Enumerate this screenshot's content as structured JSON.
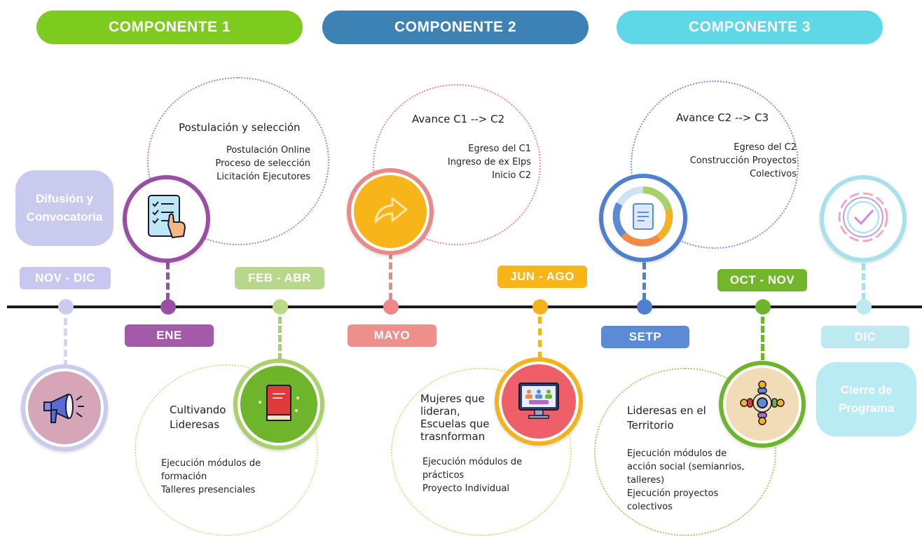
{
  "components": [
    {
      "label": "COMPONENTE 1",
      "color": "#7ccb1e"
    },
    {
      "label": "COMPONENTE 2",
      "color": "#3d82b5"
    },
    {
      "label": "COMPONENTE 3",
      "color": "#5ed8e6"
    }
  ],
  "periods": {
    "nov_dic": "NOV - DIC",
    "ene": "ENE",
    "feb_abr": "FEB - ABR",
    "mayo": "MAYO",
    "jun_ago": "JUN - AGO",
    "setp": "SETP",
    "oct_nov": "OCT - NOV",
    "dic": "DIC"
  },
  "difusion": {
    "line1": "Difusión y",
    "line2": "Convocatoria"
  },
  "cierre": {
    "line1": "Cierre de",
    "line2": "Programa"
  },
  "postulacion": {
    "title": "Postulación y selección",
    "items": [
      "Postulación Online",
      "Proceso de selección",
      "Licitación Ejecutores"
    ]
  },
  "avance_c1_c2": {
    "title": "Avance C1 --> C2",
    "items": [
      "Egreso del C1",
      "Ingreso de ex Elps",
      "Inicio C2"
    ]
  },
  "avance_c2_c3": {
    "title": "Avance C2 --> C3",
    "items": [
      "Egreso del C2",
      "Construcción Proyectos",
      "Colectivos"
    ]
  },
  "cultivando": {
    "title1": "Cultivando",
    "title2": "Lideresas",
    "items": [
      "Ejecución módulos de",
      "formación",
      "Talleres presenciales"
    ]
  },
  "mujeres": {
    "title1": "Mujeres que",
    "title2": "lideran,",
    "title3": "Escuelas que",
    "title4": "trasnforman",
    "items": [
      "Ejecución módulos de",
      "prácticos",
      "Proyecto Individual"
    ]
  },
  "lideresas_territorio": {
    "title1": "Lideresas en el",
    "title2": "Territorio",
    "items": [
      "Ejecución módulos de",
      "acción social (semianrios,",
      "talleres)",
      "Ejecución proyectos",
      "colectivos"
    ]
  },
  "icons": {
    "megaphone": "megaphone-icon",
    "checklist": "checklist-hand-icon",
    "book": "book-icon",
    "forward": "forward-arrow-icon",
    "video": "video-conference-icon",
    "document": "document-progress-icon",
    "team": "team-circle-icon",
    "check": "check-badge-icon"
  }
}
